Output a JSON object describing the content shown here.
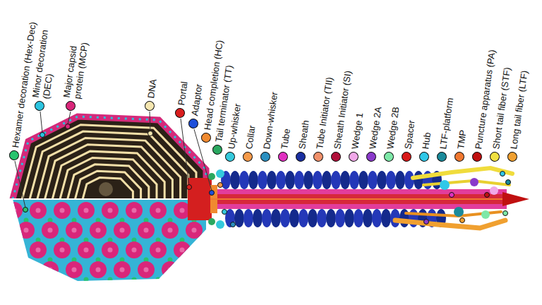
{
  "diagram": {
    "legend": [
      {
        "text": "Hexamer decoration (Hex-Dec)",
        "color": "#27c46e"
      },
      {
        "text": "Minor decoration (DEC)",
        "color": "#2bc4e0"
      },
      {
        "text": "Major capsid protein (MCP)",
        "color": "#d9267a"
      },
      {
        "text": "DNA",
        "color": "#f5e6b0"
      },
      {
        "text": "Portal",
        "color": "#d91e1e"
      },
      {
        "text": "Adaptor",
        "color": "#1e4fd9"
      },
      {
        "text": "Head completion (HC)",
        "color": "#f08a30"
      },
      {
        "text": "Tail terminator (TT)",
        "color": "#2aa860"
      },
      {
        "text": "Up-whisker",
        "color": "#35c9dc"
      },
      {
        "text": "Collar",
        "color": "#f59a4a"
      },
      {
        "text": "Down-whisker",
        "color": "#2a8fc0"
      },
      {
        "text": "Tube",
        "color": "#e030c0"
      },
      {
        "text": "Sheath",
        "color": "#1a2fa0"
      },
      {
        "text": "Tube Initiator (TII)",
        "color": "#f0906a"
      },
      {
        "text": "Sheath Initiator (SI)",
        "color": "#b0103a"
      },
      {
        "text": "Wedge 1",
        "color": "#f0a8e8"
      },
      {
        "text": "Wedge 2A",
        "color": "#8a3aca"
      },
      {
        "text": "Wedge 2B",
        "color": "#7ee8a8"
      },
      {
        "text": "Spacer",
        "color": "#d81818"
      },
      {
        "text": "Hub",
        "color": "#30c8e8"
      },
      {
        "text": "LTF-platform",
        "color": "#1a8a9a"
      },
      {
        "text": "TMP",
        "color": "#f07830"
      },
      {
        "text": "Puncture apparatus (PA)",
        "color": "#c01010"
      },
      {
        "text": "Short tail fiber (STF)",
        "color": "#f0e040"
      },
      {
        "text": "Long tail fiber (LTF)",
        "color": "#f0a030"
      }
    ]
  }
}
